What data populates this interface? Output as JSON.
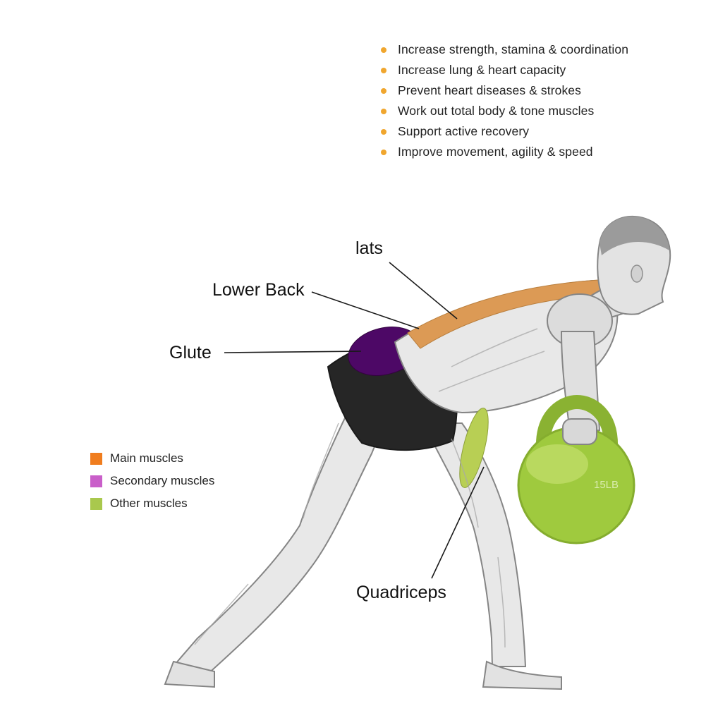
{
  "benefits": {
    "bullet_color": "#f0a62e",
    "items": [
      "Increase strength, stamina & coordination",
      "Increase lung & heart capacity",
      "Prevent heart diseases & strokes",
      "Work out total body & tone muscles",
      "Support active recovery",
      "Improve movement, agility & speed"
    ]
  },
  "muscle_labels": {
    "lats": "lats",
    "lower_back": "Lower Back",
    "glute": "Glute",
    "quadriceps": "Quadriceps"
  },
  "legend": {
    "items": [
      {
        "label": "Main muscles",
        "color": "#f07d1e"
      },
      {
        "label": "Secondary muscles",
        "color": "#c95fc9"
      },
      {
        "label": "Other muscles",
        "color": "#a9c84d"
      }
    ]
  },
  "figure": {
    "kettlebell_weight": "15LB",
    "kettlebell_color": "#9fca3e",
    "kettlebell_highlight": "#c8e171",
    "kettlebell_text_color": "#d9ecae",
    "highlight_colors": {
      "main": "#dc9a55",
      "secondary": "#4d0866",
      "other": "#b8cf54"
    },
    "body_fill": "#e8e8e8",
    "shorts_fill": "#262626"
  }
}
